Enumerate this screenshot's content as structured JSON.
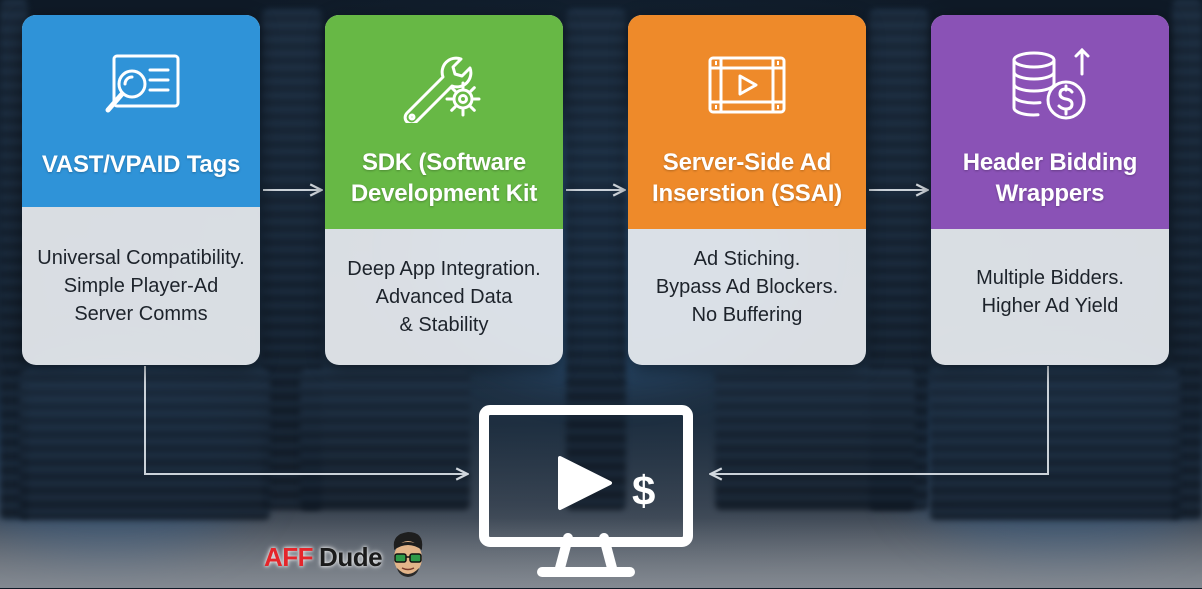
{
  "cards": [
    {
      "id": "vast",
      "icon": "document-search-icon",
      "title_lines": [
        "VAST/VPAID Tags"
      ],
      "body_lines": [
        "Universal Compatibility.",
        "Simple Player-Ad",
        "Server Comms"
      ],
      "color": "#2f93d8"
    },
    {
      "id": "sdk",
      "icon": "wrench-gear-icon",
      "title_lines": [
        "SDK (Software",
        "Development Kit"
      ],
      "body_lines": [
        "Deep App Integration.",
        "Advanced Data",
        "& Stability"
      ],
      "color": "#67b845"
    },
    {
      "id": "ssai",
      "icon": "video-player-icon",
      "title_lines": [
        "Server-Side Ad",
        "Inserstion (SSAI)"
      ],
      "body_lines": [
        "Ad Stiching.",
        "Bypass Ad Blockers.",
        "No Buffering"
      ],
      "color": "#ee8a2a"
    },
    {
      "id": "hb",
      "icon": "coins-dollar-icon",
      "title_lines": [
        "Header Bidding",
        "Wrappers"
      ],
      "body_lines": [
        "Multiple Bidders.",
        "Higher Ad Yield"
      ],
      "color": "#8a52b6"
    }
  ],
  "monitor": {
    "icon": "monitor-play-dollar-icon",
    "currency_symbol": "$"
  },
  "logo": {
    "part1": "AFF",
    "part2": "Dude",
    "mascot_icon": "dude-mascot-icon"
  }
}
